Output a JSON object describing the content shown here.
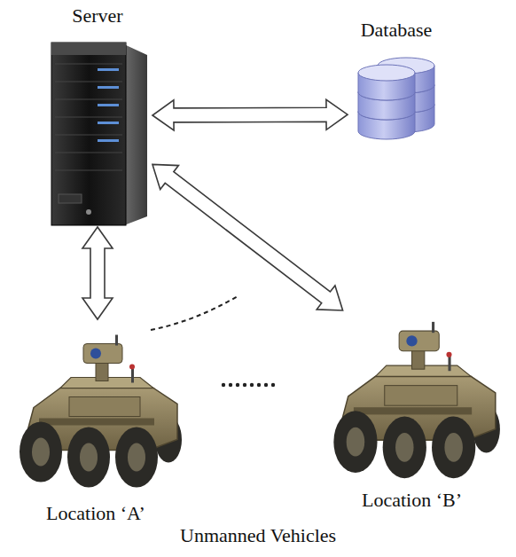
{
  "diagram": {
    "nodes": [
      {
        "text": [
          "Server"
        ]
      },
      {
        "text": [
          "Database"
        ]
      },
      {
        "text": [
          "Location ‘A’"
        ]
      },
      {
        "text": [
          "Location ‘B’"
        ]
      }
    ],
    "edges": [
      {
        "from": 0,
        "to": 1,
        "arrow": "both"
      },
      {
        "from": 0,
        "to": 2,
        "arrow": "both"
      },
      {
        "from": 0,
        "to": 3,
        "arrow": "both"
      }
    ],
    "labels": [
      "Unmanned Vehicles"
    ]
  }
}
